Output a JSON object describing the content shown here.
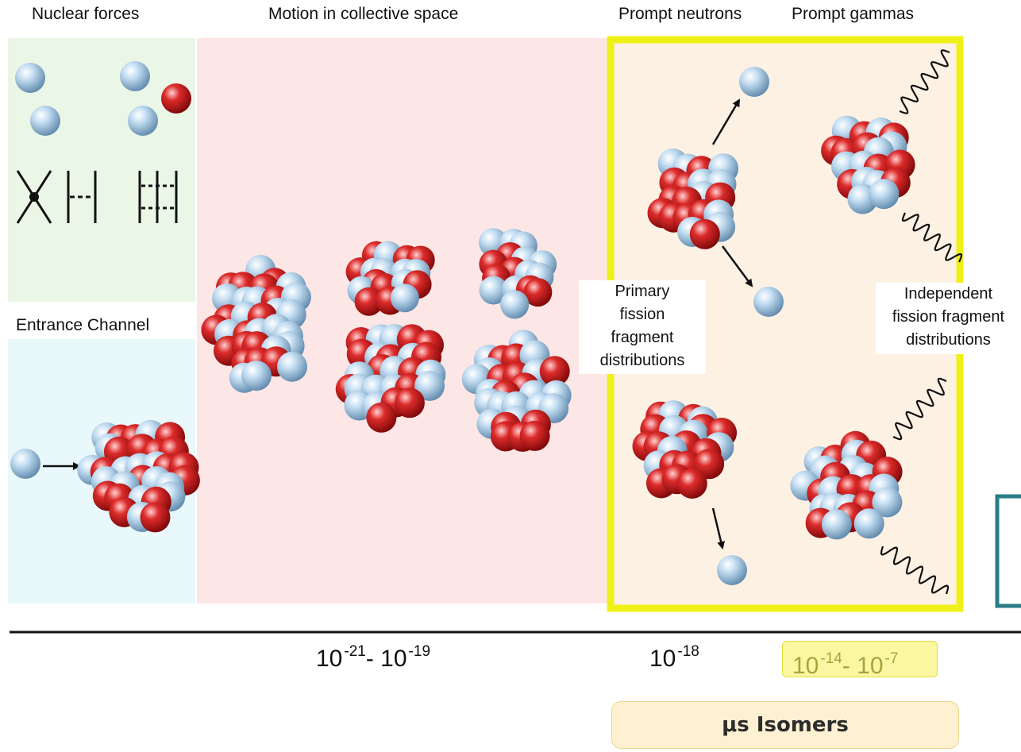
{
  "headers": {
    "nuclear_forces": "Nuclear forces",
    "motion": "Motion in collective space",
    "prompt_neutrons": "Prompt neutrons",
    "prompt_gammas": "Prompt gammas",
    "entrance": "Entrance Channel"
  },
  "labels": {
    "primary": [
      "Primary",
      "fission",
      "fragment",
      "distributions"
    ],
    "independent": [
      "Independent",
      "fission fragment",
      "distributions"
    ]
  },
  "timescale": {
    "t1": {
      "base": "10",
      "exp_a": "-21",
      "sep": "- ",
      "exp_b": "-19"
    },
    "t2": {
      "base": "10",
      "exp": "-18"
    },
    "t3": {
      "base": "10",
      "exp_a": "-14",
      "sep": "- ",
      "exp_b": "-7"
    }
  },
  "isomers": "μs Isomers",
  "colors": {
    "proton": "#d42424",
    "neutron": "#9ec9ea",
    "highlight": "#f0f019",
    "panel_green": "#eaf7e6",
    "panel_cyan": "#e9f8fa",
    "panel_pink": "#fde6e6",
    "panel_peach": "#fdf1e4",
    "teal_edge": "#2a7c86"
  }
}
